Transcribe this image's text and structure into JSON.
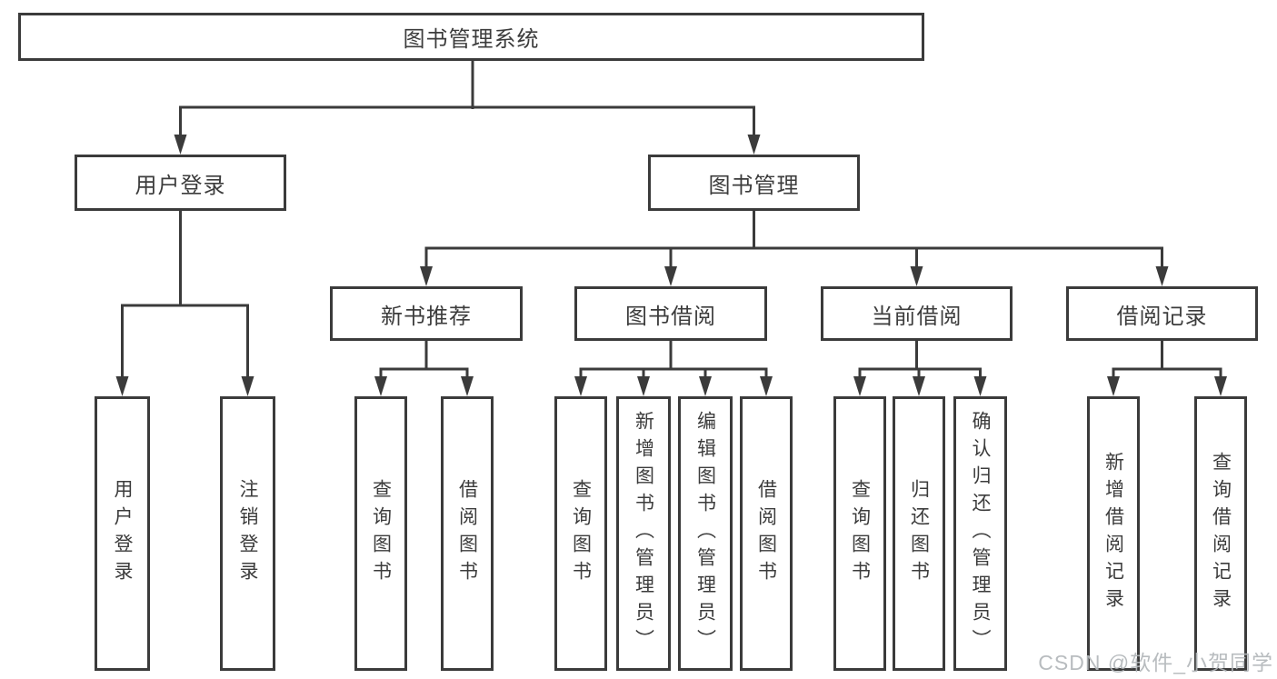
{
  "diagram": {
    "name": "library-management-system-function-structure",
    "tree": {
      "label": "图书管理系统",
      "children": [
        {
          "label": "用户登录",
          "children": [
            {
              "label": "用户登录"
            },
            {
              "label": "注销登录"
            }
          ]
        },
        {
          "label": "图书管理",
          "children": [
            {
              "label": "新书推荐",
              "children": [
                {
                  "label": "查询图书"
                },
                {
                  "label": "借阅图书"
                }
              ]
            },
            {
              "label": "图书借阅",
              "children": [
                {
                  "label": "查询图书"
                },
                {
                  "label": "新增图书（管理员）"
                },
                {
                  "label": "编辑图书（管理员）"
                },
                {
                  "label": "借阅图书"
                }
              ]
            },
            {
              "label": "当前借阅",
              "children": [
                {
                  "label": "查询图书"
                },
                {
                  "label": "归还图书"
                },
                {
                  "label": "确认归还（管理员）"
                }
              ]
            },
            {
              "label": "借阅记录",
              "children": [
                {
                  "label": "新增借阅记录"
                },
                {
                  "label": "查询借阅记录"
                }
              ]
            }
          ]
        }
      ]
    }
  },
  "watermark": "CSDN @软件_小贺同学",
  "colors": {
    "line": "#3b3b3b",
    "text": "#3c3c3c",
    "background": "#ffffff",
    "watermark": "#b2b6ba"
  }
}
